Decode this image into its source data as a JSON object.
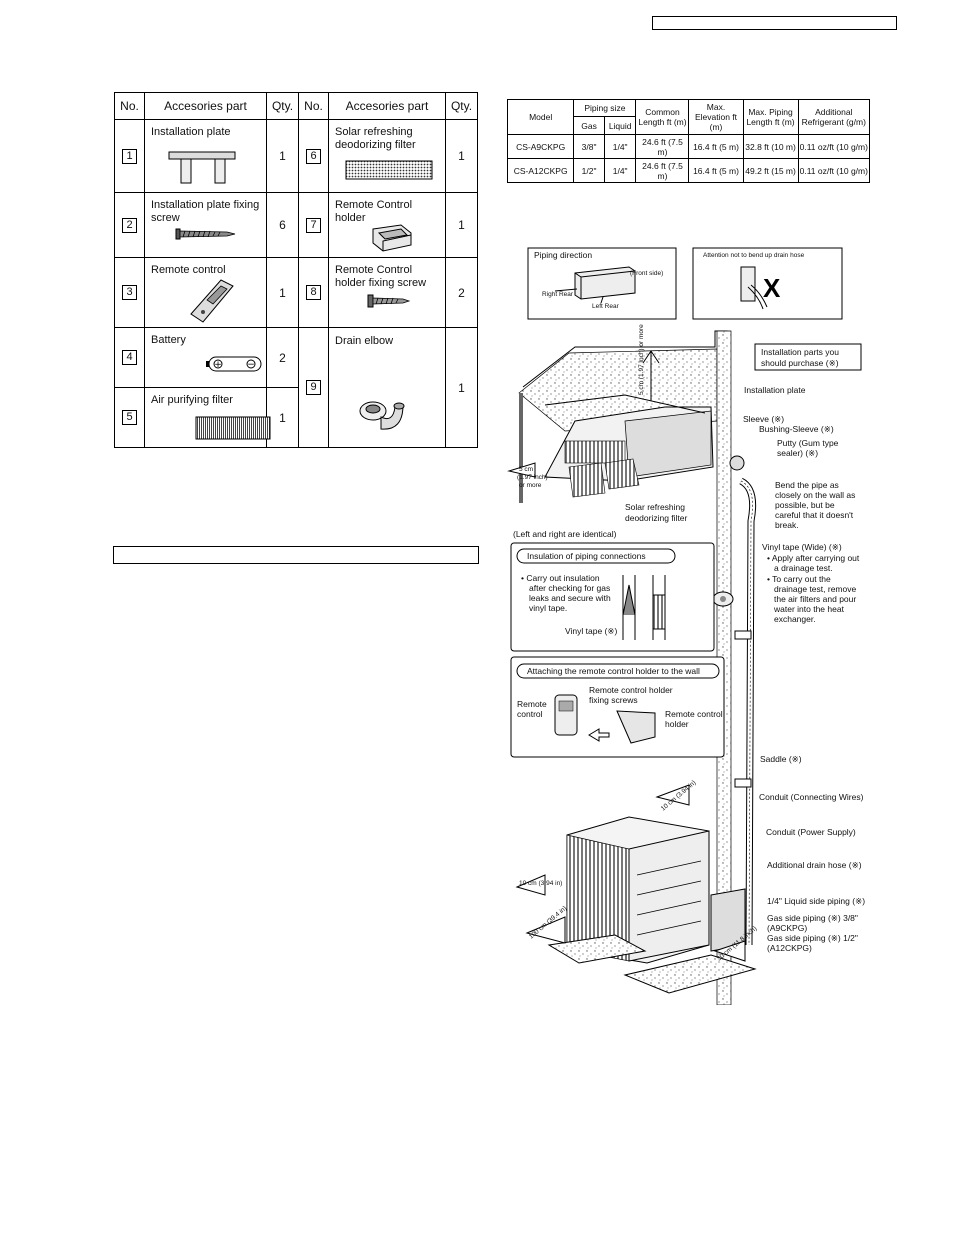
{
  "accessories": {
    "headers": {
      "no": "No.",
      "part": "Accesories part",
      "qty": "Qty."
    },
    "items": [
      {
        "no": "1",
        "name": "Installation plate",
        "qty": "1",
        "icon": "installation-plate"
      },
      {
        "no": "2",
        "name": "Installation plate fixing screw",
        "qty": "6",
        "icon": "screw"
      },
      {
        "no": "3",
        "name": "Remote control",
        "qty": "1",
        "icon": "remote-control"
      },
      {
        "no": "4",
        "name": "Battery",
        "qty": "2",
        "icon": "battery"
      },
      {
        "no": "5",
        "name": "Air purifying filter",
        "qty": "1",
        "icon": "filter"
      },
      {
        "no": "6",
        "name": "Solar refreshing deodorizing filter",
        "qty": "1",
        "icon": "filter"
      },
      {
        "no": "7",
        "name": "Remote Control holder",
        "qty": "1",
        "icon": "holder"
      },
      {
        "no": "8",
        "name": "Remote Control holder fixing screw",
        "qty": "2",
        "icon": "screw"
      },
      {
        "no": "9",
        "name": "Drain elbow",
        "qty": "1",
        "icon": "drain-elbow"
      }
    ]
  },
  "piping": {
    "headers": {
      "model": "Model",
      "piping_size": "Piping size",
      "gas": "Gas",
      "liquid": "Liquid",
      "common_length": "Common Length ft (m)",
      "max_elevation": "Max. Elevation ft (m)",
      "max_piping": "Max. Piping Length ft (m)",
      "additional": "Additional Refrigerant (g/m)"
    },
    "rows": [
      {
        "model": "CS-A9CKPG",
        "gas": "3/8\"",
        "liquid": "1/4\"",
        "common": "24.6 ft (7.5 m)",
        "elev": "16.4 ft (5 m)",
        "maxlen": "32.8 ft (10 m)",
        "add": "0.11 oz/ft (10 g/m)"
      },
      {
        "model": "CS-A12CKPG",
        "gas": "1/2\"",
        "liquid": "1/4\"",
        "common": "24.6 ft (7.5 m)",
        "elev": "16.4 ft (5 m)",
        "maxlen": "49.2 ft (15 m)",
        "add": "0.11 oz/ft (10 g/m)"
      }
    ]
  },
  "diagram": {
    "piping_direction": "Piping direction",
    "front_side": "(Front side)",
    "right_rear": "Right Rear",
    "left_rear": "Left Rear",
    "attention": "Attention not to bend up drain hose",
    "x_mark": "X",
    "purchase_note": "Installation parts you should purchase (※)",
    "installation_plate": "Installation plate",
    "sleeve": "Sleeve (※)",
    "bushing_sleeve": "Bushing-Sleeve (※)",
    "putty": "Putty (Gum type sealer) (※)",
    "bend_pipe": "Bend the pipe as closely on the wall as possible, but be careful that it doesn't break.",
    "solar_filter": "Solar refreshing deodorizing filter",
    "left_right": "(Left and right are identical)",
    "insulation_title": "Insulation of piping connections",
    "insulation_text": "Carry out insulation after checking for gas leaks and secure with vinyl tape.",
    "vinyl_tape": "Vinyl tape (※)",
    "vinyl_tape_wide": "Vinyl tape (Wide) (※)",
    "vinyl_note1": "Apply after carrying out a drainage test.",
    "vinyl_note2": "To carry out the drainage test, remove the air filters and pour water into the heat exchanger.",
    "holder_title": "Attaching the remote control holder to the wall",
    "remote_control": "Remote control",
    "holder_screws": "Remote control holder fixing screws",
    "remote_holder": "Remote control holder",
    "saddle": "Saddle (※)",
    "conduit_wires": "Conduit (Connecting Wires)",
    "conduit_power": "Conduit (Power Supply)",
    "drain_hose": "Additional drain hose (※)",
    "liquid_piping": "1/4\" Liquid side piping (※)",
    "gas_piping1": "Gas side piping (※) 3/8\"",
    "gas_model1": "(A9CKPG)",
    "gas_piping2": "Gas side piping (※) 1/2\"",
    "gas_model2": "(A12CKPG)",
    "clear_top": "5 cm (1.97 inch) or more",
    "clear_side": "5 cm (1.97 inch) or more",
    "clear_10": "10 cm (3.94 in) or more",
    "clear_10b": "10 cm (3.94 in) or more",
    "clear_100": "100 cm (39.4 in) or more",
    "clear_30": "30 cm (11.8 inch) or more"
  }
}
